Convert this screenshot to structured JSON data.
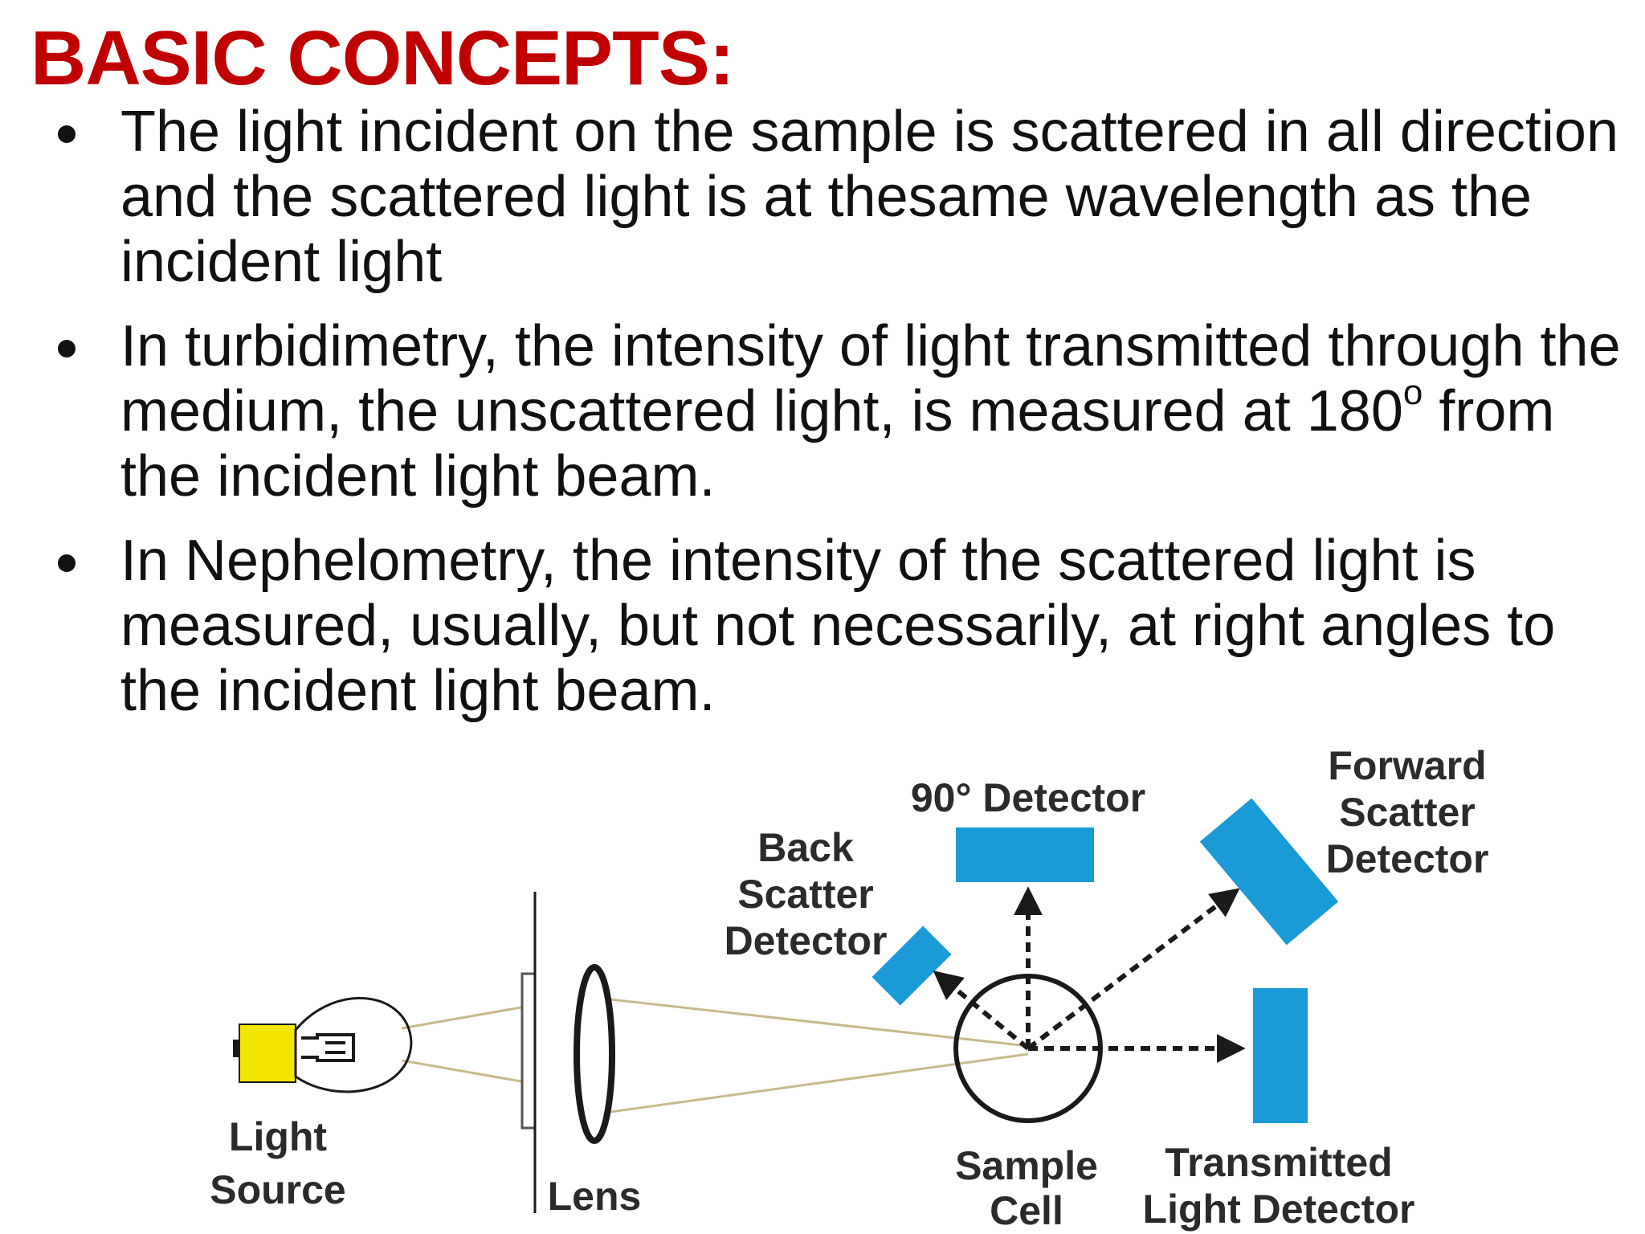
{
  "slide": {
    "title": "BASIC CONCEPTS:",
    "bullets": [
      {
        "text": "The light incident on the sample is scattered in all direction and the scattered light is at thesame wavelength as the incident light"
      },
      {
        "text_before": "In turbidimetry, the intensity of light transmitted through the medium, the unscattered light, is measured at 180",
        "superscript": "o",
        "text_after": " from the incident light beam."
      },
      {
        "text": "In Nephelometry, the intensity of the scattered light is measured, usually, but not necessarily, at right angles to the incident light beam."
      }
    ]
  },
  "diagram": {
    "labels": {
      "light_source_1": "Light",
      "light_source_2": "Source",
      "lens": "Lens",
      "back_scatter_1": "Back",
      "back_scatter_2": "Scatter",
      "back_scatter_3": "Detector",
      "ninety_degree": "90° Detector",
      "forward_scatter_1": "Forward",
      "forward_scatter_2": "Scatter",
      "forward_scatter_3": "Detector",
      "sample_cell_1": "Sample",
      "sample_cell_2": "Cell",
      "transmitted_1": "Transmitted",
      "transmitted_2": "Light Detector"
    },
    "colors": {
      "detector": "#1a9ad6",
      "light_source": "#f2e600",
      "beam": "#c9b98a",
      "line": "#1a1a1a"
    }
  }
}
